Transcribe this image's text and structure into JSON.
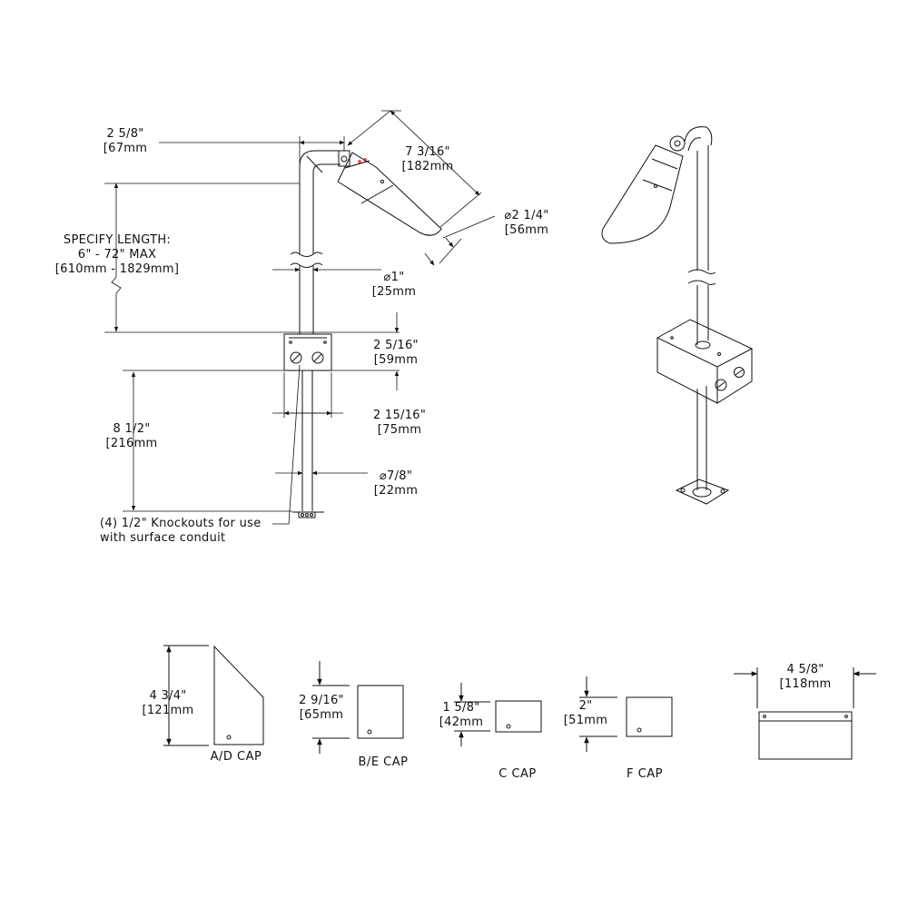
{
  "main_drawing": {
    "arm_offset": {
      "imperial": "2 5/8\"",
      "metric": "[67mm"
    },
    "head_length": {
      "imperial": "7 3/16\"",
      "metric": "[182mm"
    },
    "head_diameter": {
      "imperial": "⌀2 1/4\"",
      "metric": "[56mm"
    },
    "specify_length": {
      "line1": "SPECIFY LENGTH:",
      "line2": "6\" - 72\" MAX",
      "line3": "[610mm - 1829mm]"
    },
    "stem_diameter": {
      "imperial": "⌀1\"",
      "metric": "[25mm"
    },
    "box_height": {
      "imperial": "2 5/16\"",
      "metric": "[59mm"
    },
    "box_width": {
      "imperial": "2 15/16\"",
      "metric": "[75mm"
    },
    "lower_length": {
      "imperial": "8 1/2\"",
      "metric": "[216mm"
    },
    "lower_diameter": {
      "imperial": "⌀7/8\"",
      "metric": "[22mm"
    },
    "knockouts_note": {
      "line1": "(4) 1/2\" Knockouts for use",
      "line2": "with surface conduit"
    }
  },
  "caps": [
    {
      "name": "A/D CAP",
      "imperial": "4 3/4\"",
      "metric": "[121mm"
    },
    {
      "name": "B/E CAP",
      "imperial": "2 9/16\"",
      "metric": "[65mm"
    },
    {
      "name": "C CAP",
      "imperial": "1 5/8\"",
      "metric": "[42mm"
    },
    {
      "name": "F CAP",
      "imperial": "2\"",
      "metric": "[51mm"
    }
  ],
  "box_top": {
    "imperial": "4 5/8\"",
    "metric": "[118mm"
  },
  "colors": {
    "line": "#111111",
    "accent": "#cc0000"
  }
}
